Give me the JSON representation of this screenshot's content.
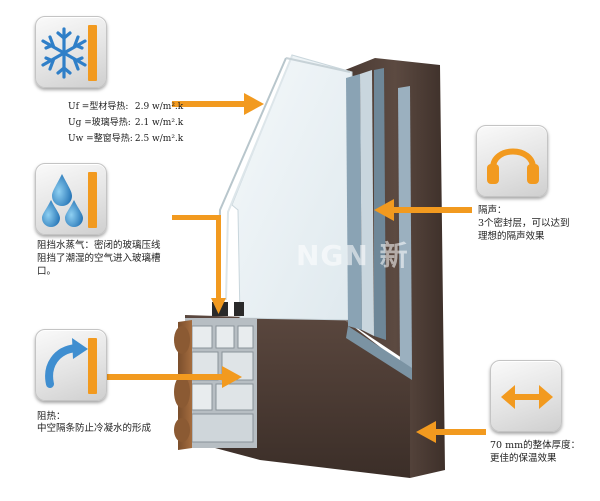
{
  "specs": [
    {
      "label": "Uf =型材导热:",
      "value": "2.9 w/m².k"
    },
    {
      "label": "Ug =玻璃导热:",
      "value": "2.1 w/m².k"
    },
    {
      "label": "Uw =整窗导热:",
      "value": "2.5 w/m².k"
    }
  ],
  "vapor": {
    "text": "阻挡水蒸气：密闭的玻璃压线阻挡了潮湿的空气进入玻璃槽口。"
  },
  "heat": {
    "title": "阻热：",
    "text": "中空隔条防止冷凝水的形成"
  },
  "sound": {
    "title": "隔声：",
    "text": "3个密封层，可以达到理想的隔声效果"
  },
  "thickness": {
    "title": "70 mm的整体厚度：",
    "text": "更佳的保温效果"
  },
  "watermark": "NGN 新"
}
